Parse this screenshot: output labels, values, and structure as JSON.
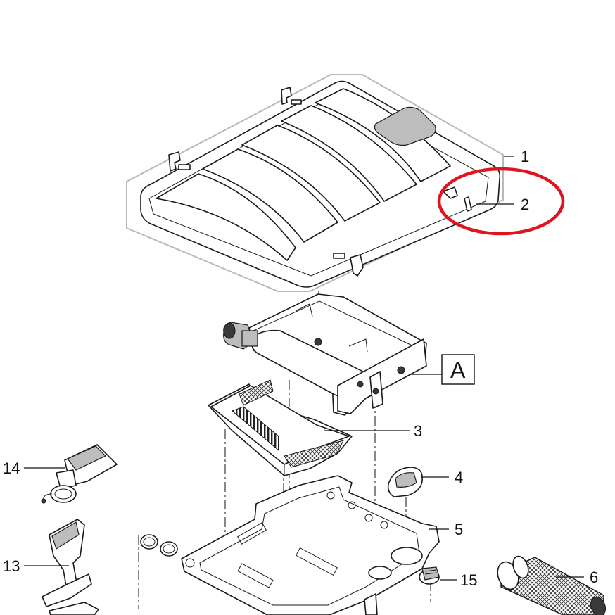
{
  "labels": {
    "1": "1",
    "2": "2",
    "3": "3",
    "4": "4",
    "5": "5",
    "6": "6",
    "13": "13",
    "14": "14",
    "15": "15",
    "A": "A"
  },
  "highlight": {
    "color": "#e0141e",
    "target": "2"
  }
}
